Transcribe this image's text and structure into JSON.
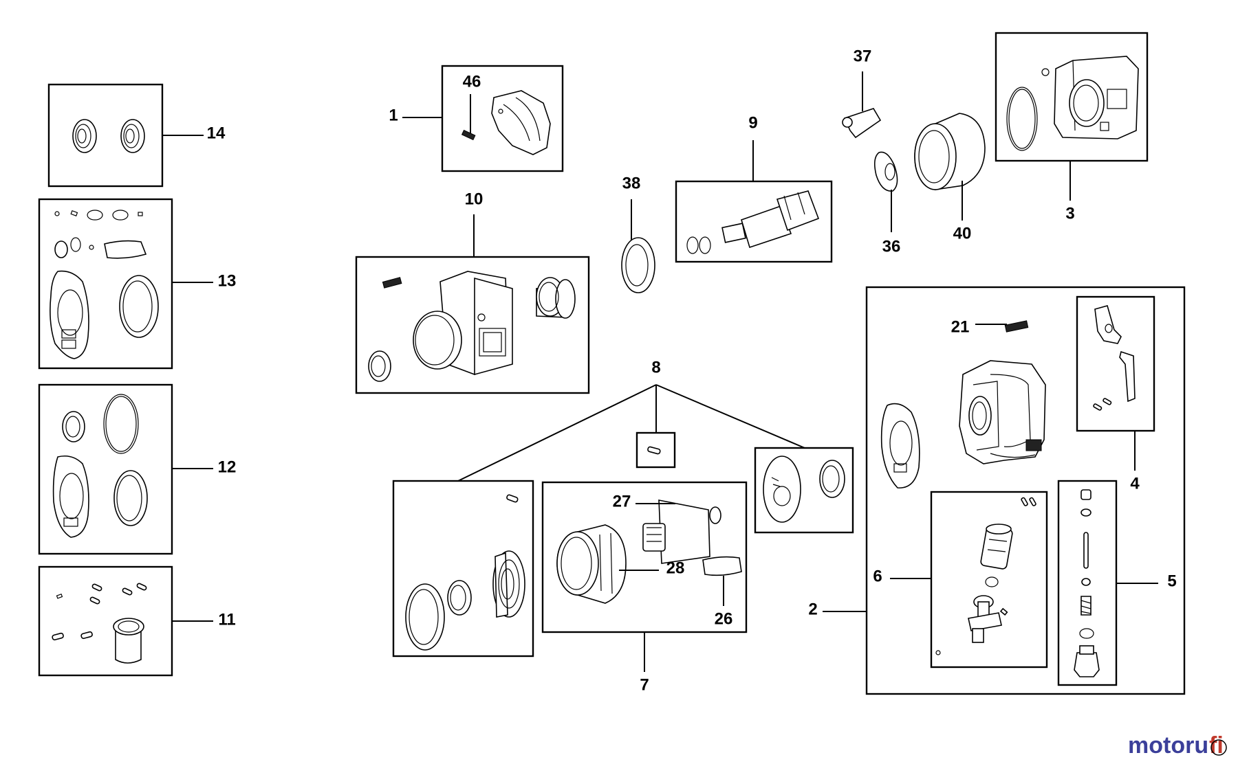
{
  "labels": {
    "1": "1",
    "2": "2",
    "3": "3",
    "4": "4",
    "5": "5",
    "6": "6",
    "7": "7",
    "8": "8",
    "9": "9",
    "10": "10",
    "11": "11",
    "12": "12",
    "13": "13",
    "14": "14",
    "21": "21",
    "26": "26",
    "27": "27",
    "28": "28",
    "36": "36",
    "37": "37",
    "38": "38",
    "40": "40",
    "46": "46"
  },
  "watermark": {
    "part1": "motoru",
    "part2": "fi"
  },
  "colors": {
    "line": "#000000",
    "background": "#ffffff",
    "watermark_blue": "#3b3f9a",
    "watermark_red": "#c0392b"
  }
}
